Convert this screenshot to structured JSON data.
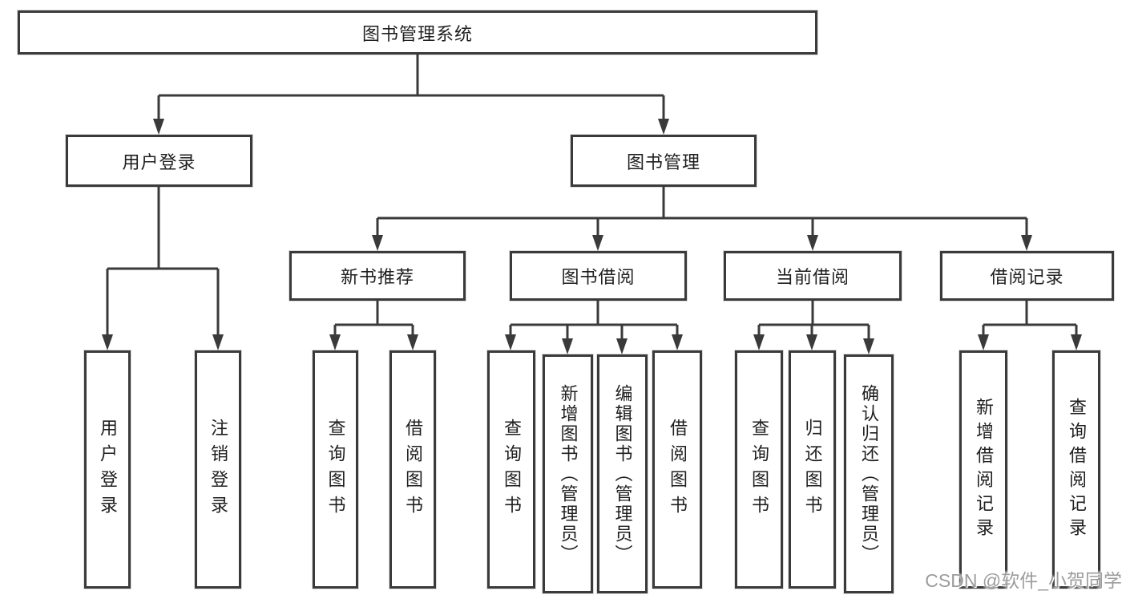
{
  "diagram": {
    "root": {
      "label": "图书管理系统"
    },
    "branches": [
      {
        "label": "用户登录",
        "children": [
          "用户登录",
          "注销登录"
        ]
      },
      {
        "label": "图书管理",
        "sections": [
          {
            "label": "新书推荐",
            "children": [
              "查询图书",
              "借阅图书"
            ]
          },
          {
            "label": "图书借阅",
            "children": [
              "查询图书",
              "新增图书（管理员）",
              "编辑图书（管理员）",
              "借阅图书"
            ]
          },
          {
            "label": "当前借阅",
            "children": [
              "查询图书",
              "归还图书",
              "确认归还（管理员）"
            ]
          },
          {
            "label": "借阅记录",
            "children": [
              "新增借阅记录",
              "查询借阅记录"
            ]
          }
        ]
      }
    ]
  },
  "watermark": {
    "text": "CSDN @软件_小贺同学"
  },
  "colors": {
    "line": "#3a3a3a",
    "text": "#1f1f1f",
    "background": "#ffffff",
    "watermark": "#9c9c9c"
  }
}
